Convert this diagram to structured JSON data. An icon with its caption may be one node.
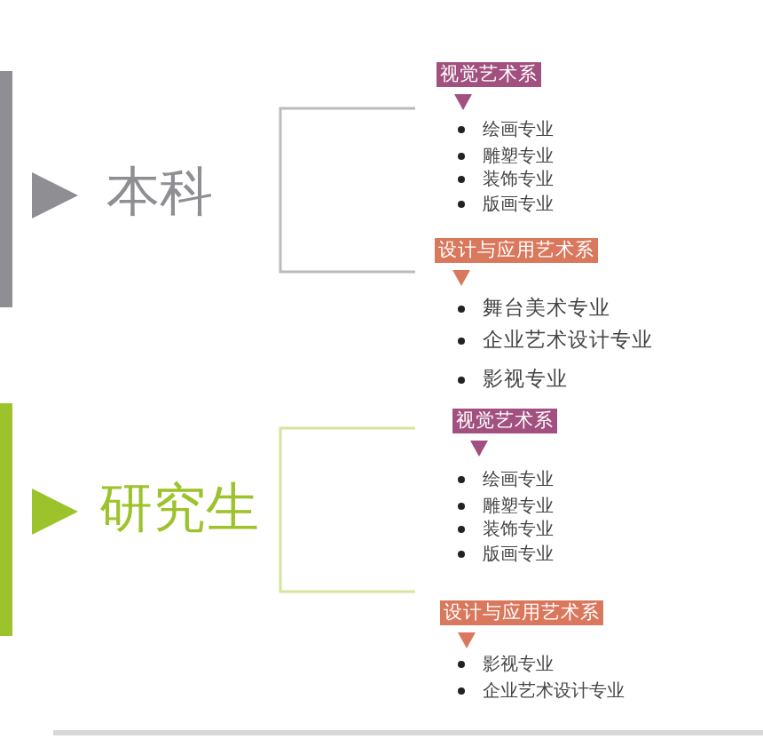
{
  "diagram": {
    "nodes": [
      {
        "text": [
          "本科"
        ]
      },
      {
        "text": [
          "视觉艺术系"
        ],
        "beside": [
          "绘画专业",
          "雕塑专业",
          "装饰专业",
          "版画专业"
        ]
      },
      {
        "text": [
          "设计与应用艺术系"
        ],
        "beside": [
          "舞台美术专业",
          "企业艺术设计专业",
          "影视专业"
        ]
      },
      {
        "text": [
          "研究生"
        ]
      },
      {
        "text": [
          "视觉艺术系"
        ],
        "beside": [
          "绘画专业",
          "雕塑专业",
          "装饰专业",
          "版画专业"
        ]
      },
      {
        "text": [
          "设计与应用艺术系"
        ],
        "beside": [
          "影视专业",
          "企业艺术设计专业"
        ]
      }
    ]
  }
}
